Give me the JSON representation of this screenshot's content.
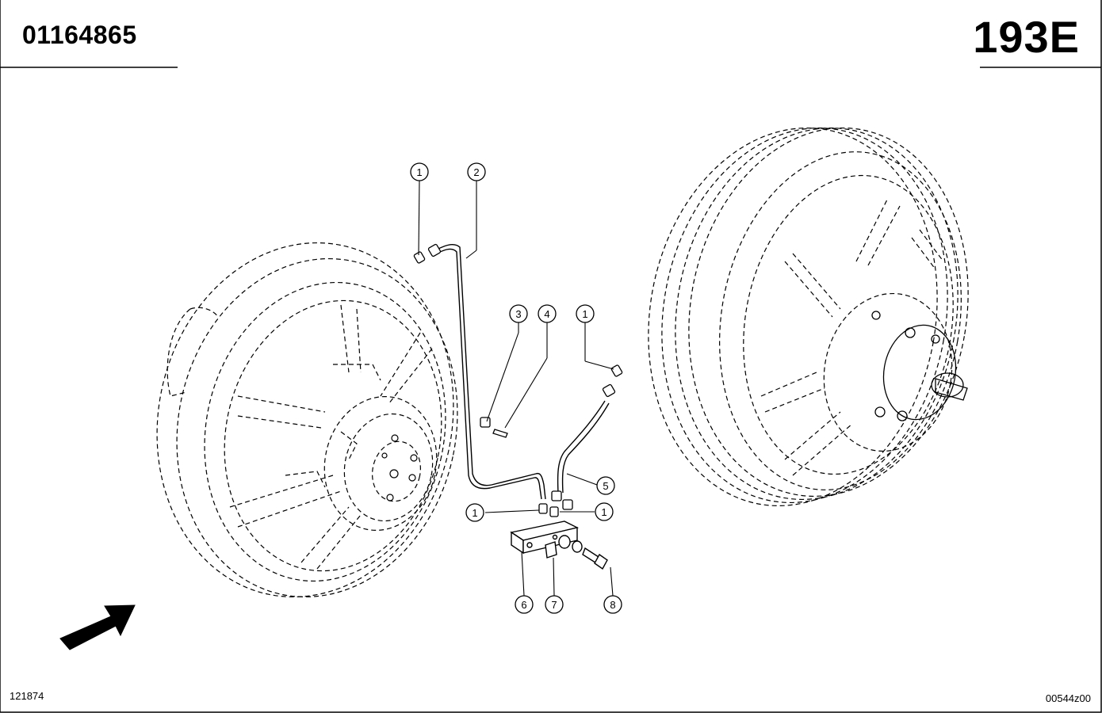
{
  "header": {
    "part_number": "01164865",
    "page_code": "193E"
  },
  "footer": {
    "left_code": "121874",
    "right_code": "00544z00"
  },
  "callouts": {
    "c1a": "1",
    "c2": "2",
    "c3": "3",
    "c4": "4",
    "c1b": "1",
    "c5": "5",
    "c1c": "1",
    "c1d": "1",
    "c6": "6",
    "c7": "7",
    "c8": "8"
  },
  "icons": {
    "direction": "arrow-icon"
  }
}
